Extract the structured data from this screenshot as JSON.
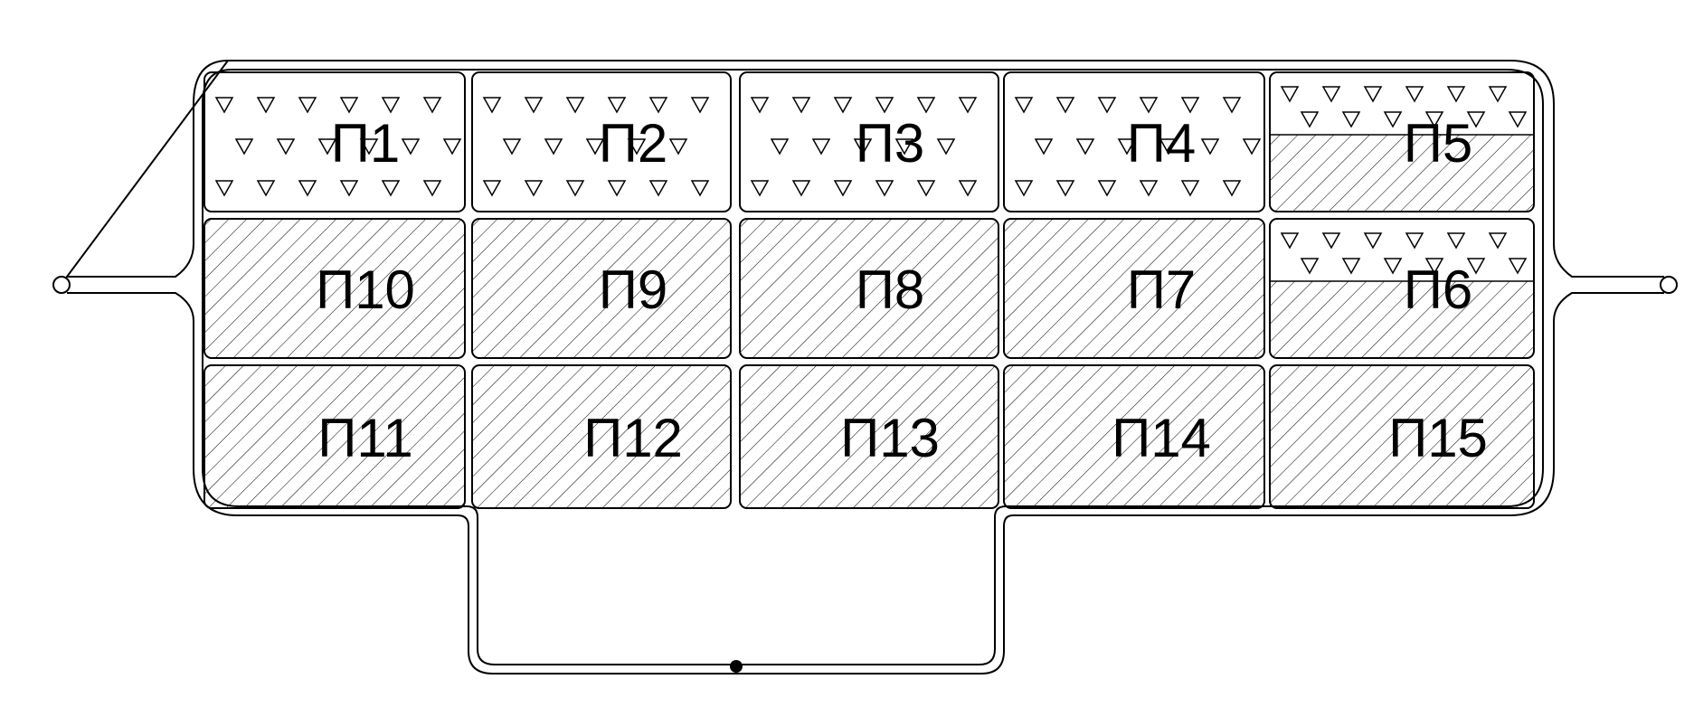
{
  "diagram": {
    "panels": [
      {
        "id": "p1",
        "label": "П1",
        "fill": "triangles"
      },
      {
        "id": "p2",
        "label": "П2",
        "fill": "triangles"
      },
      {
        "id": "p3",
        "label": "П3",
        "fill": "triangles"
      },
      {
        "id": "p4",
        "label": "П4",
        "fill": "triangles"
      },
      {
        "id": "p5",
        "label": "П5",
        "fill": "triangles-over-hatch"
      },
      {
        "id": "p10",
        "label": "П10",
        "fill": "hatch"
      },
      {
        "id": "p9",
        "label": "П9",
        "fill": "hatch"
      },
      {
        "id": "p8",
        "label": "П8",
        "fill": "hatch"
      },
      {
        "id": "p7",
        "label": "П7",
        "fill": "hatch"
      },
      {
        "id": "p6",
        "label": "П6",
        "fill": "triangles-over-hatch"
      },
      {
        "id": "p11",
        "label": "П11",
        "fill": "hatch"
      },
      {
        "id": "p12",
        "label": "П12",
        "fill": "hatch"
      },
      {
        "id": "p13",
        "label": "П13",
        "fill": "hatch"
      },
      {
        "id": "p14",
        "label": "П14",
        "fill": "hatch"
      },
      {
        "id": "p15",
        "label": "П15",
        "fill": "hatch"
      }
    ],
    "colors": {
      "line": "#000000",
      "background": "#ffffff"
    }
  }
}
